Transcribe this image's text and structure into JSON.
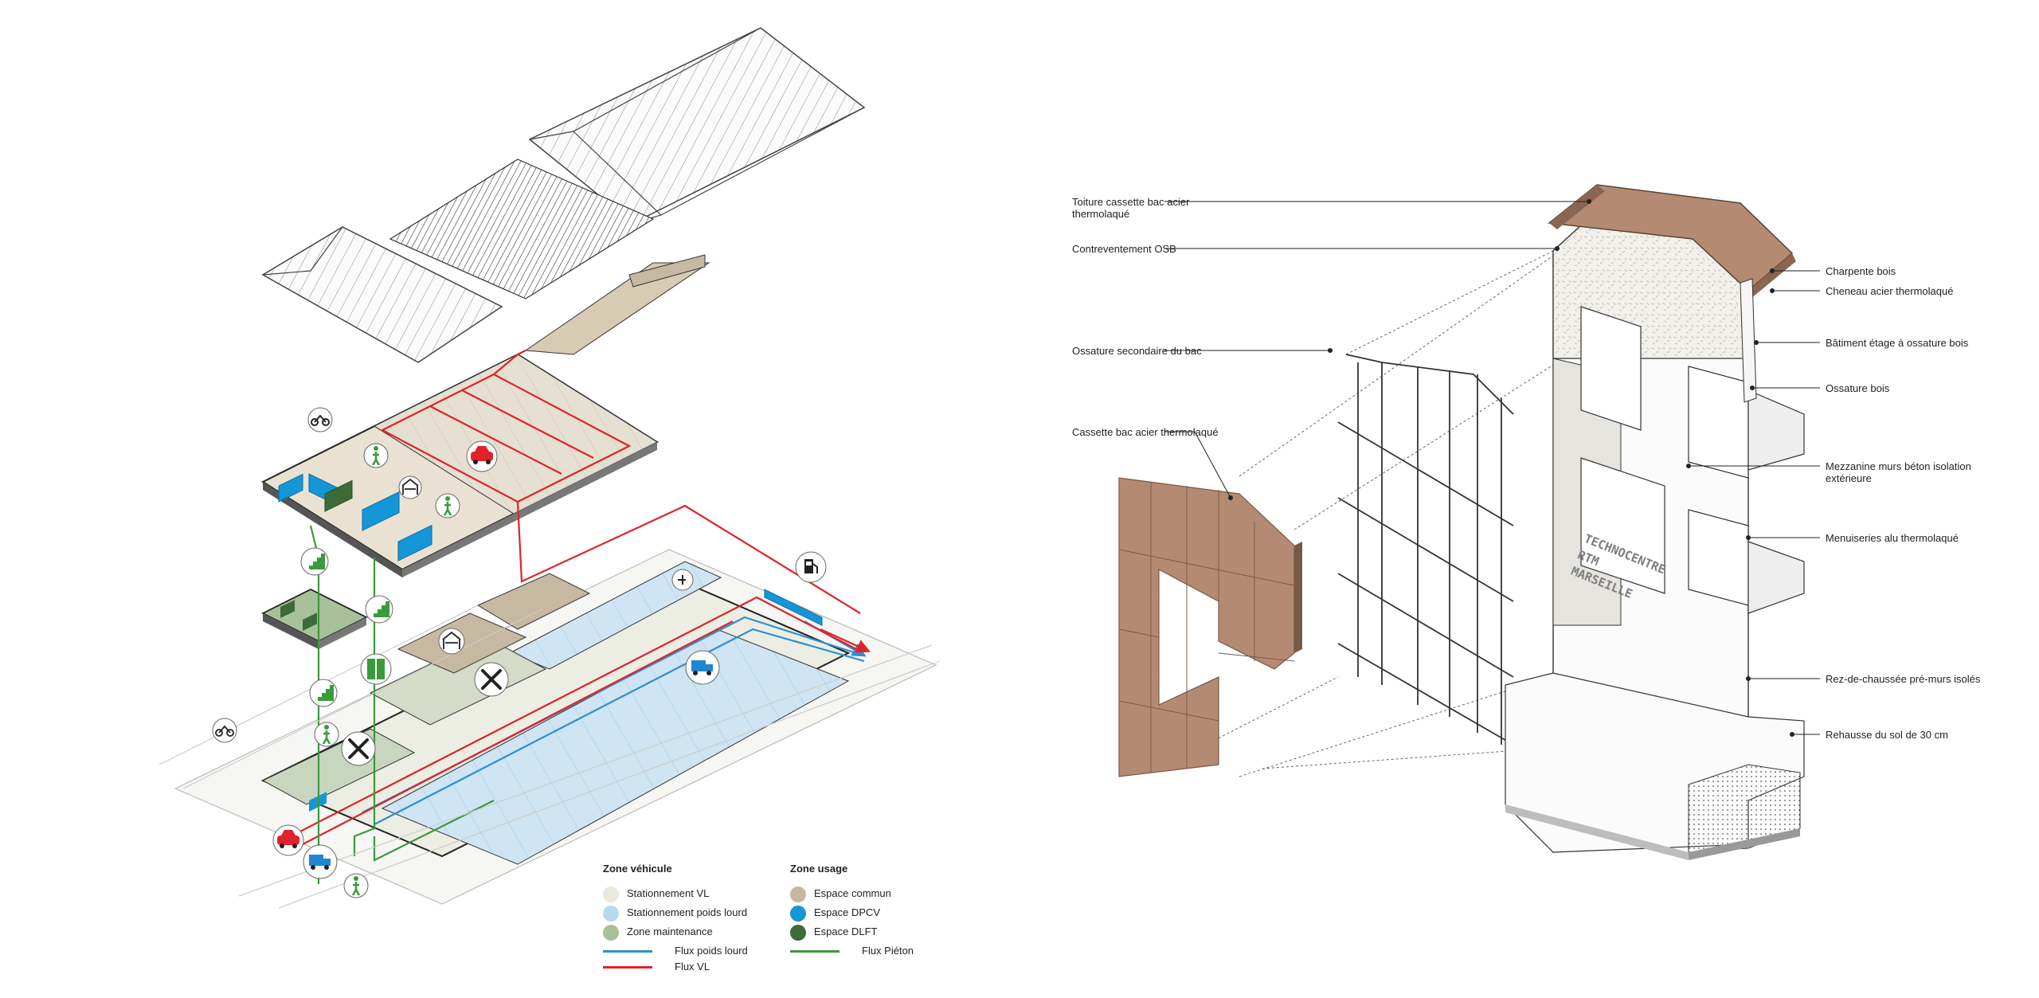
{
  "left_diagram": {
    "legend": {
      "vehicle": {
        "title": "Zone véhicule",
        "items": [
          {
            "label": "Stationnement VL",
            "color": "#e8eadf"
          },
          {
            "label": "Stationnement poids lourd",
            "color": "#b7d8ee"
          },
          {
            "label": "Zone maintenance",
            "color": "#a9c19b"
          }
        ],
        "lines": [
          {
            "label": "Flux poids lourd",
            "color": "#2d8fd0"
          },
          {
            "label": "Flux VL",
            "color": "#e0232a"
          }
        ]
      },
      "usage": {
        "title": "Zone usage",
        "items": [
          {
            "label": "Espace commun",
            "color": "#c7b9a1"
          },
          {
            "label": "Espace DPCV",
            "color": "#1596d6"
          },
          {
            "label": "Espace DLFT",
            "color": "#3d6a39"
          }
        ],
        "lines": [
          {
            "label": "Flux Piéton",
            "color": "#3b9a3b"
          }
        ]
      }
    },
    "icons": [
      "motorcycle-icon",
      "pedestrian-icon",
      "car-icon",
      "shelter-icon",
      "stairs-icon",
      "elevator-icon",
      "tools-icon",
      "bicycle-icon",
      "truck-icon",
      "fuel-pump-icon",
      "ev-charger-icon"
    ],
    "colors": {
      "vl_flow": "#e0232a",
      "hgv_flow": "#2d8fd0",
      "pedestrian_flow": "#3b9a3b",
      "icon_green": "#3b9a3b",
      "icon_red": "#e0232a",
      "icon_blue": "#1f86d1"
    }
  },
  "right_diagram": {
    "left_labels": [
      "Toiture cassette bac acier thermolaqué",
      "Contreventement OSB",
      "Ossature secondaire du bac",
      "Cassette bac acier thermolaqué"
    ],
    "right_labels": [
      "Charpente bois",
      "Cheneau acier thermolaqué",
      "Bâtiment étage à ossature bois",
      "Ossature bois",
      "Mezzanine murs béton isolation extérieure",
      "Menuiseries alu thermolaqué",
      "Rez-de-chaussée pré-murs isolés",
      "Rehausse du sol de 30 cm"
    ],
    "facade_sign": [
      "TECHNOCENTRE",
      "RTM",
      "MARSEILLE"
    ],
    "colors": {
      "cladding": "#b58a73",
      "roof": "#b58a73",
      "osb": "#f1efe9"
    }
  }
}
